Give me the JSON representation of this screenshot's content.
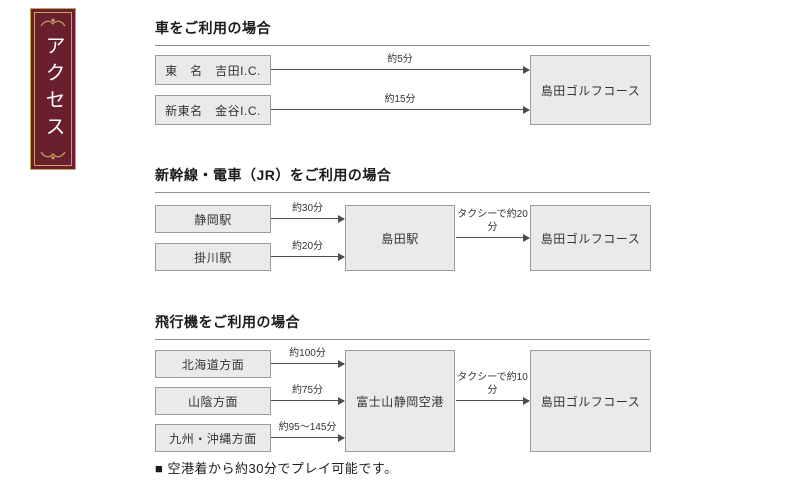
{
  "banner": {
    "title": "アクセス"
  },
  "sections": [
    {
      "heading": "車をご利用の場合",
      "origins": [
        "東　名　吉田I.C.",
        "新東名　金谷I.C."
      ],
      "durations": [
        "約5分",
        "約15分"
      ],
      "destination": "島田ゴルフコース"
    },
    {
      "heading": "新幹線・電車（JR）をご利用の場合",
      "origins": [
        "静岡駅",
        "掛川駅"
      ],
      "durations": [
        "約30分",
        "約20分"
      ],
      "hub": "島田駅",
      "taxi_duration": "タクシーで約20分",
      "destination": "島田ゴルフコース"
    },
    {
      "heading": "飛行機をご利用の場合",
      "origins": [
        "北海道方面",
        "山陰方面",
        "九州・沖縄方面"
      ],
      "durations": [
        "約100分",
        "約75分",
        "約95～145分"
      ],
      "hub": "富士山静岡空港",
      "taxi_duration": "タクシーで約10分",
      "destination": "島田ゴルフコース"
    }
  ],
  "note": "■ 空港着から約30分でプレイ可能です。",
  "colors": {
    "banner_bg": "#6a1f2e",
    "banner_gold": "#c6a15f",
    "box_bg": "#eaeaea",
    "box_border": "#9b9b9b",
    "arrow": "#4d4d4d"
  }
}
